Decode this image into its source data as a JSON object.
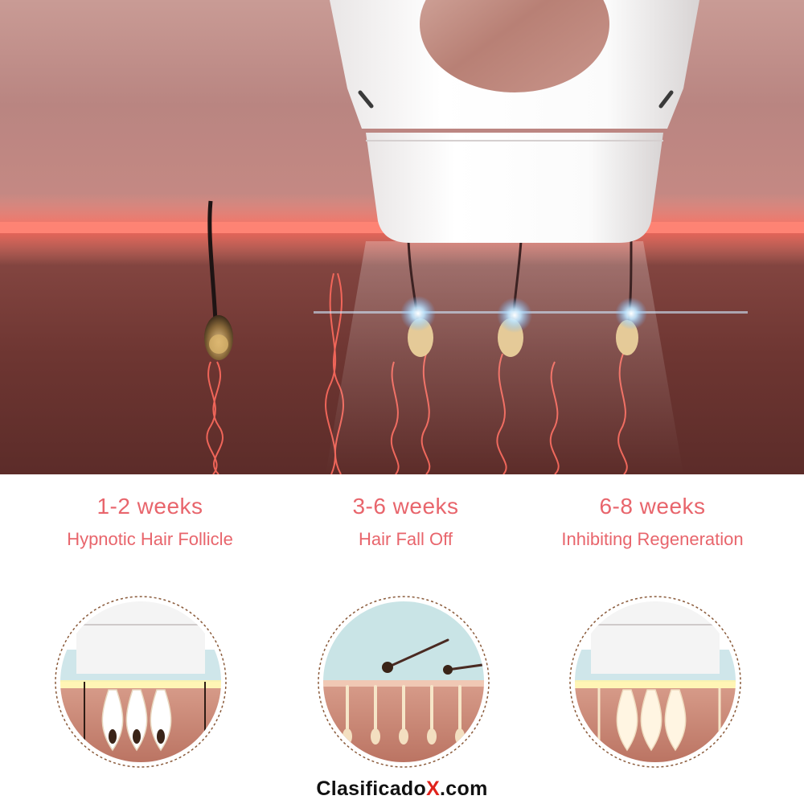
{
  "stages": [
    {
      "weeks": "1-2 weeks",
      "caption": "Hypnotic Hair Follicle"
    },
    {
      "weeks": "3-6 weeks",
      "caption": "Hair Fall Off"
    },
    {
      "weeks": "6-8 weeks",
      "caption": "Inhibiting Regeneration"
    }
  ],
  "watermark": {
    "brand_prefix": "Clasificado",
    "brand_x": "X",
    "brand_suffix": ".com"
  },
  "colors": {
    "accent": "#e8656c",
    "skin": "#7a3c38",
    "laser": "#ff5a4e",
    "dot": "#f8e2d6"
  },
  "icons": [
    "ipl-device-illustration",
    "hair-follicle-icon",
    "light-pulse-icon"
  ]
}
